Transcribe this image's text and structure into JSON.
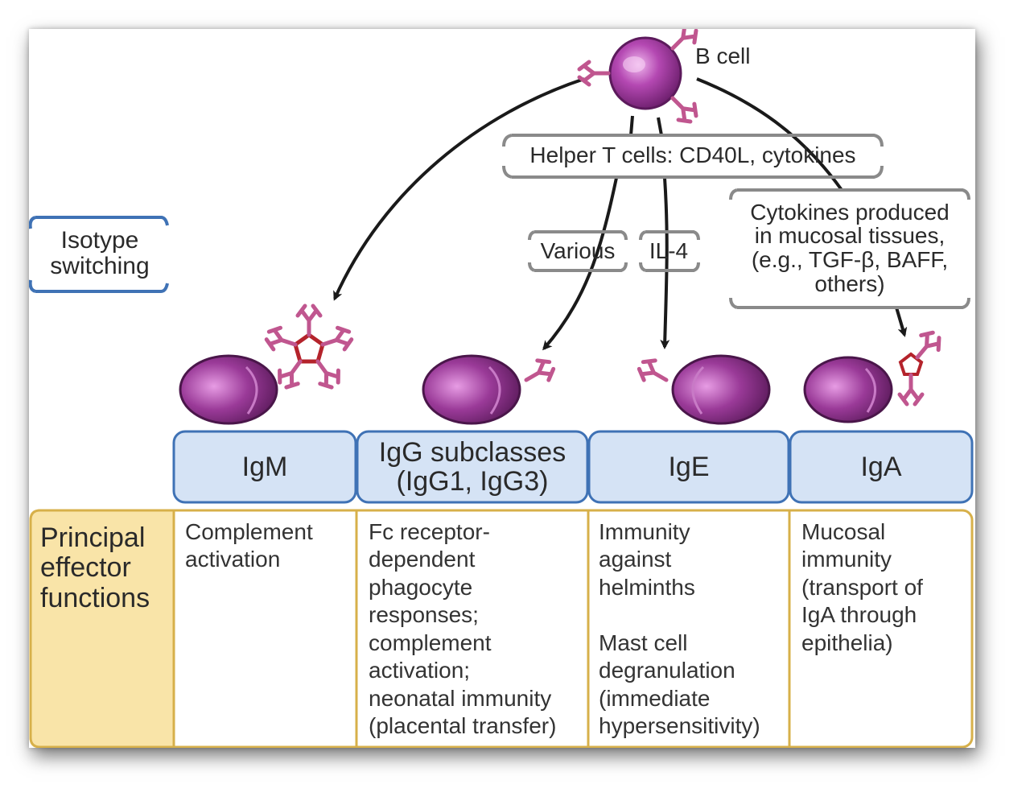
{
  "colors": {
    "cell": "#8e2b8e",
    "cell_light": "#d985d6",
    "antibody": "#c0568f",
    "pentamer": "#b4232b",
    "ig_box_fill": "#d5e3f5",
    "ig_box_border": "#3f72b5",
    "function_border": "#d7b04a",
    "effector_fill": "#f9e4a8",
    "arrow": "#1a1a1a"
  },
  "labels": {
    "b_cell": "B cell",
    "isotype_switching": "Isotype\nswitching",
    "helper_t": "Helper T cells: CD40L, cytokines",
    "various": "Various",
    "il4": "IL-4",
    "mucosal_cytokines": "Cytokines produced\nin mucosal tissues,\n(e.g., TGF-β, BAFF,\nothers)"
  },
  "isotypes": [
    {
      "name": "IgM",
      "function": "Complement\nactivation"
    },
    {
      "name": "IgG subclasses\n(IgG1, IgG3)",
      "function": "Fc receptor-\ndependent\nphagocyte\nresponses;\ncomplement\nactivation;\nneonatal immunity\n(placental transfer)"
    },
    {
      "name": "IgE",
      "function": "Immunity\nagainst\nhelminths\n\nMast cell\ndegranulation\n(immediate\nhypersensitivity)"
    },
    {
      "name": "IgA",
      "function": "Mucosal\nimmunity\n(transport of\nIgA through\nepithelia)"
    }
  ],
  "effector_title": "Principal\neffector\nfunctions"
}
